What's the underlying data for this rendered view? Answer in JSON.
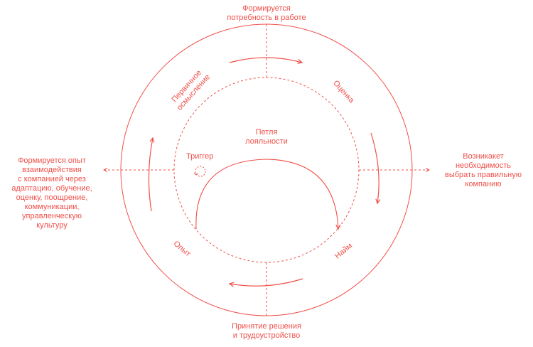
{
  "colors": {
    "accent": "#f0504a"
  },
  "outer": {
    "top": [
      "Формируется",
      "потребность в работе"
    ],
    "right": [
      "Возникакет",
      "необходимость",
      "выбрать правильную",
      "компанию"
    ],
    "bottom": [
      "Принятие решения",
      "и трудоустройство"
    ],
    "left": [
      "Формируется опыт",
      "взаимодействия",
      "с компанией через",
      "адаптацию, обучение,",
      "оценку, поощрение,",
      "коммуникации,",
      "управленческую",
      "культуру"
    ]
  },
  "stages": {
    "primary": [
      "Первичное",
      "осмысление"
    ],
    "evaluation": "Оценка",
    "hire": "Найм",
    "experience": "Опыт"
  },
  "center": {
    "loop": [
      "Петля",
      "лояльности"
    ],
    "trigger": "Триггер"
  }
}
